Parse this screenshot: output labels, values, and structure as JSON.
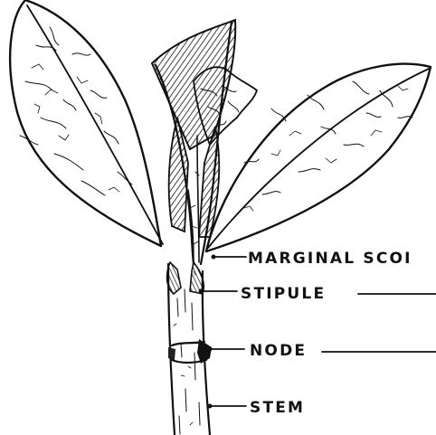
{
  "labels": {
    "marginal": "MARGINAL SCOI",
    "stipule": "STIPULE",
    "node": "NODE",
    "stem": "STEM"
  }
}
